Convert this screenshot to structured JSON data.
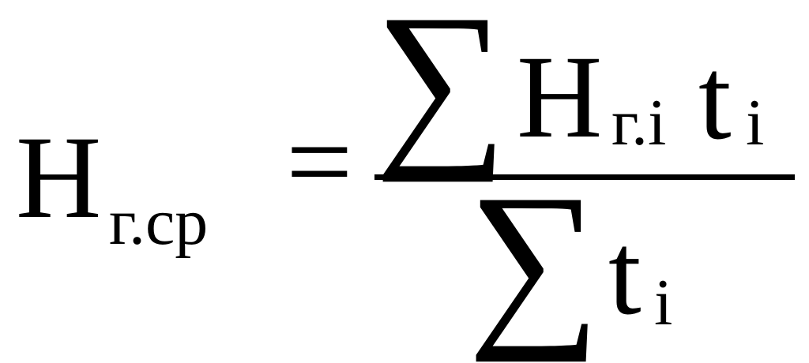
{
  "formula": {
    "lhs": {
      "symbol": "Н",
      "subscript": "г.ср"
    },
    "equals": "=",
    "numerator": {
      "sum": "∑",
      "symbol": "Н",
      "subscript": "г.i",
      "factor": "t",
      "factor_subscript": "i"
    },
    "denominator": {
      "sum": "∑",
      "factor": "t",
      "factor_subscript": "i"
    }
  }
}
